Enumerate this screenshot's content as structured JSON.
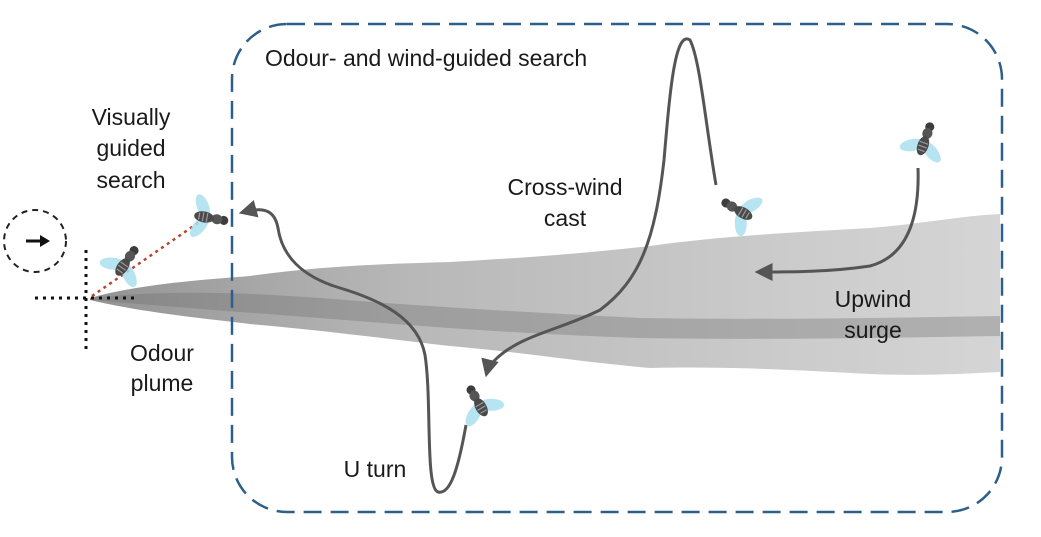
{
  "labels": {
    "box_title": "Odour- and wind-guided search",
    "visual_line1": "Visually",
    "visual_line2": "guided",
    "visual_line3": "search",
    "cast_line1": "Cross-wind",
    "cast_line2": "cast",
    "upwind_line1": "Upwind",
    "upwind_line2": "surge",
    "plume_line1": "Odour",
    "plume_line2": "plume",
    "uturn": "U turn"
  },
  "icons": {
    "wind": "wind-direction-icon",
    "source": "odour-source-crosshair-icon",
    "fly": "fly-icon"
  },
  "colors": {
    "box_border": "#2d5f8a",
    "trajectory": "#555555",
    "plume": "#8c8c8c",
    "visual_path": "#b5452f",
    "fly_wing": "#a9e1ee",
    "fly_body": "#4a4a4a"
  }
}
